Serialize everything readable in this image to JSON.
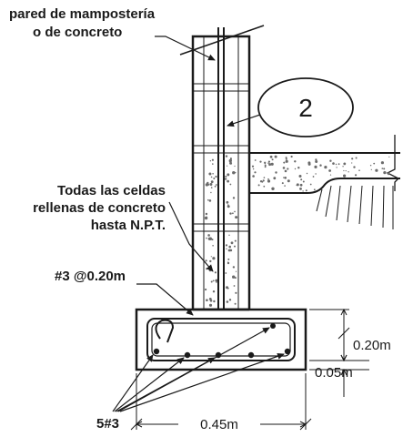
{
  "labels": {
    "wall_line1": "pared de mampostería",
    "wall_line2": "o de concreto",
    "detail_number": "2",
    "cells_line1": "Todas las celdas",
    "cells_line2": "rellenas de concreto",
    "cells_line3": "hasta N.P.T.",
    "rebar_spacing": "#3 @0.20m",
    "bottom_bars": "5#3"
  },
  "dimensions": {
    "footing_height": "0.20m",
    "cover": "0.05m",
    "footing_width": "0.45m"
  },
  "colors": {
    "line": "#1a1a1a",
    "concrete_dots": "#6a6a6a",
    "fill": "#ffffff"
  }
}
